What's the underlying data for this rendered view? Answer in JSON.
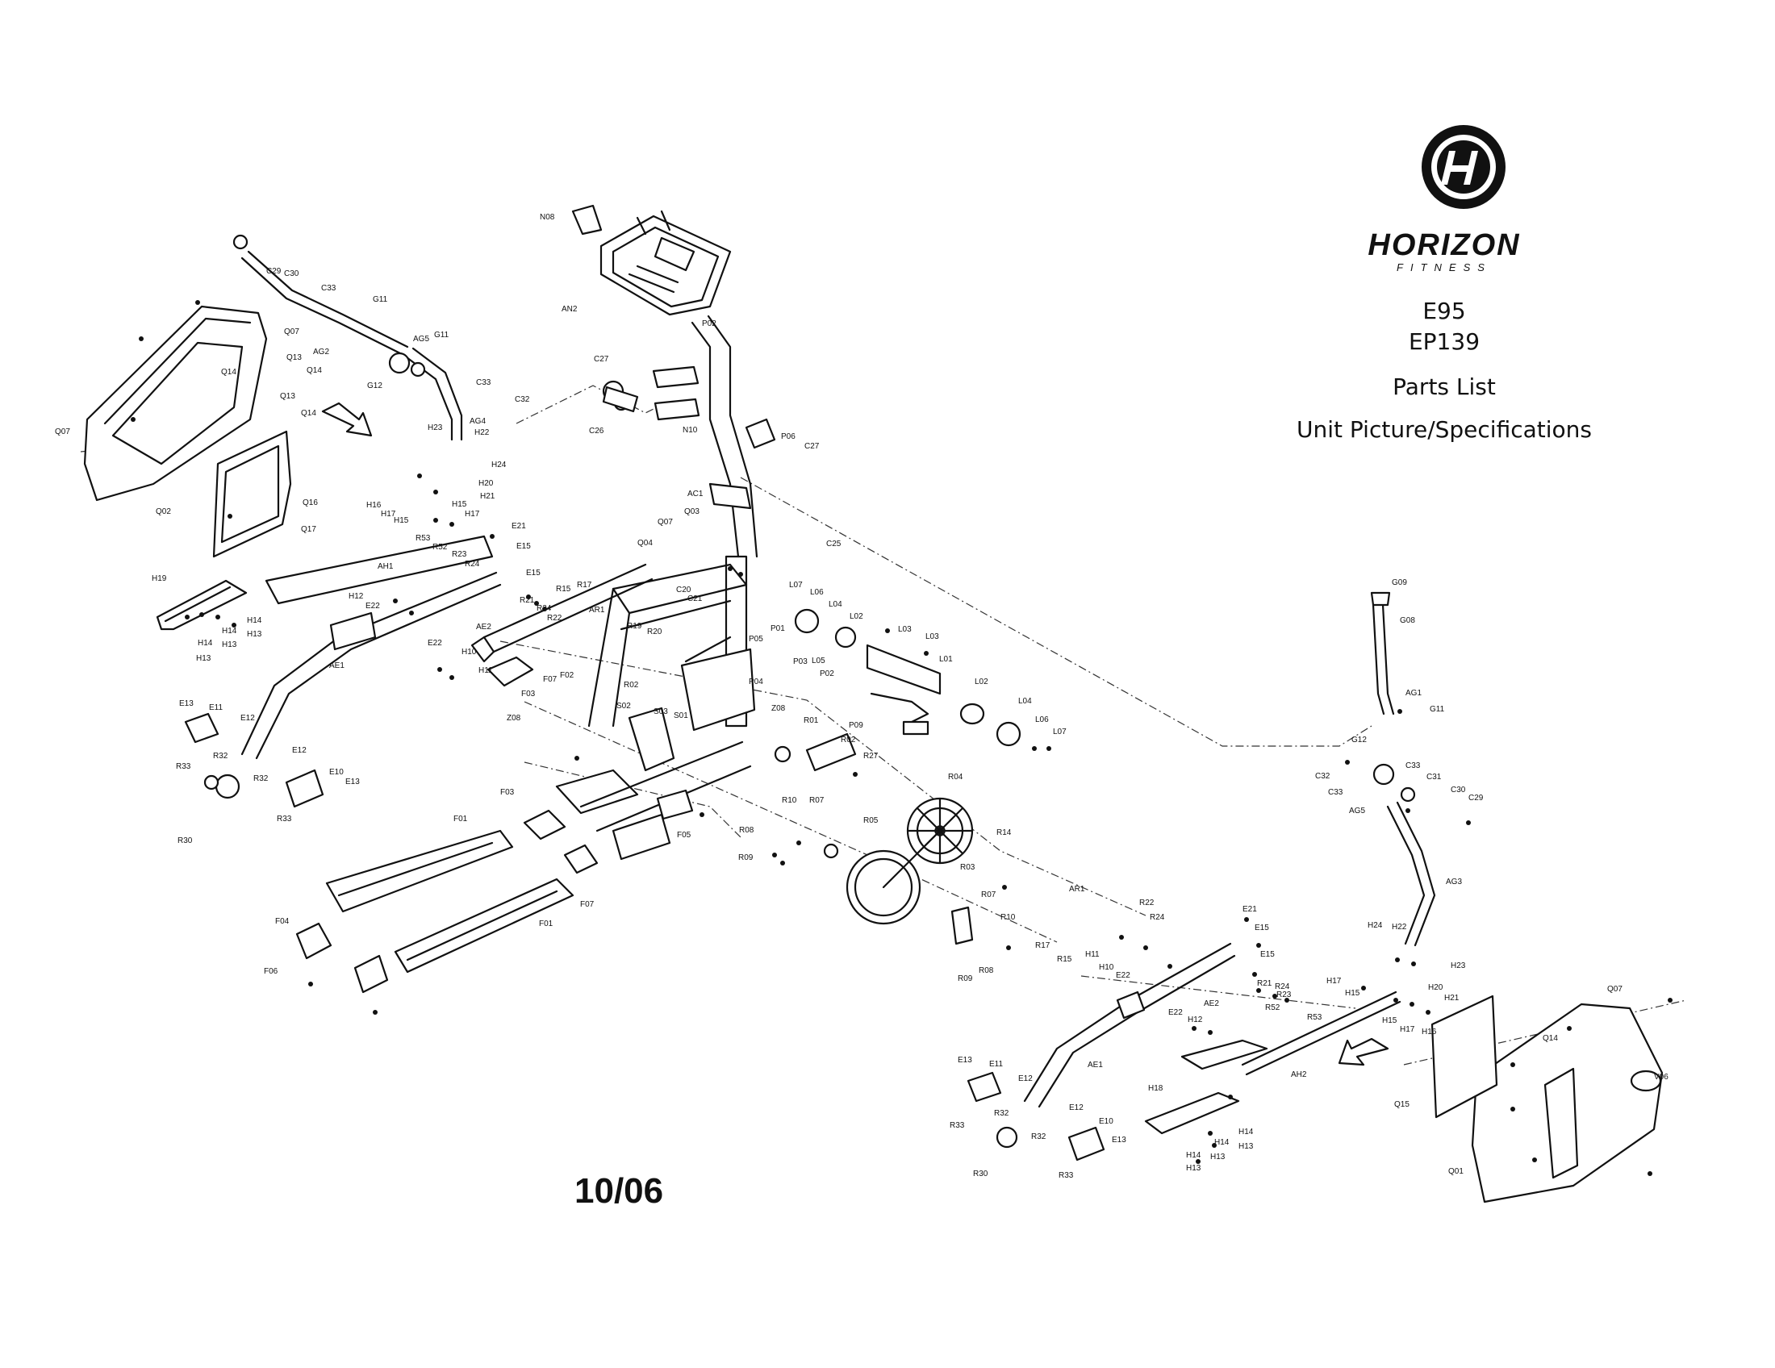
{
  "brand": {
    "name": "HORIZON",
    "sub": "FITNESS"
  },
  "models": [
    "E95",
    "EP139"
  ],
  "doc_title": "Parts List",
  "doc_subtitle": "Unit Picture/Specifications",
  "date": "10/06",
  "parts": {
    "n08": "N08",
    "an2": "AN2",
    "p02": "P02",
    "c27": "C27",
    "c26": "C26",
    "n10": "N10",
    "p06": "P06",
    "ac1": "AC1",
    "q07": "Q07",
    "q03": "Q03",
    "q04": "Q04",
    "c25": "C25",
    "c20": "C20",
    "c21": "C21",
    "c29": "C29",
    "c30": "C30",
    "c31": "C31",
    "c33": "C33",
    "c32": "C32",
    "g11": "G11",
    "g12": "G12",
    "ag2": "AG2",
    "ag5": "AG5",
    "ag4": "AG4",
    "q13": "Q13",
    "q14": "Q14",
    "q02": "Q02",
    "q16": "Q16",
    "q17": "Q17",
    "h23": "H23",
    "h22": "H22",
    "h24": "H24",
    "h20": "H20",
    "h21": "H21",
    "h16": "H16",
    "h17": "H17",
    "h15": "H15",
    "r53": "R53",
    "r52": "R52",
    "r23": "R23",
    "r24": "R24",
    "ah1": "AH1",
    "e21": "E21",
    "e15": "E15",
    "h19": "H19",
    "h12": "H12",
    "h14": "H14",
    "h13": "H13",
    "e22": "E22",
    "h10": "H10",
    "h11": "H11",
    "r21": "R21",
    "r22": "R22",
    "ae2": "AE2",
    "r15": "R15",
    "r17": "R17",
    "ar1": "AR1",
    "r19": "R19",
    "r20": "R20",
    "r02": "R02",
    "ae1": "AE1",
    "e13": "E13",
    "e11": "E11",
    "e12": "E12",
    "e10": "E10",
    "r33": "R33",
    "r32": "R32",
    "r30": "R30",
    "l07": "L07",
    "l06": "L06",
    "l04": "L04",
    "l02": "L02",
    "l03": "L03",
    "l01": "L01",
    "l05": "L05",
    "p01": "P01",
    "p05": "P05",
    "p03": "P03",
    "p04": "P04",
    "z08": "Z08",
    "r01": "R01",
    "p09": "P09",
    "r27": "R27",
    "f07": "F07",
    "f02": "F02",
    "f03": "F03",
    "s02": "S02",
    "s03": "S03",
    "s01": "S01",
    "f05": "F05",
    "f01": "F01",
    "f04": "F04",
    "f06": "F06",
    "r04": "R04",
    "r05": "R05",
    "r03": "R03",
    "r14": "R14",
    "r10": "R10",
    "r07": "R07",
    "r08": "R08",
    "r09": "R09",
    "g09": "G09",
    "g08": "G08",
    "ag1": "AG1",
    "ag3": "AG3",
    "ah2": "AH2",
    "h18": "H18",
    "q15": "Q15",
    "q01": "Q01",
    "v06": "V06"
  }
}
